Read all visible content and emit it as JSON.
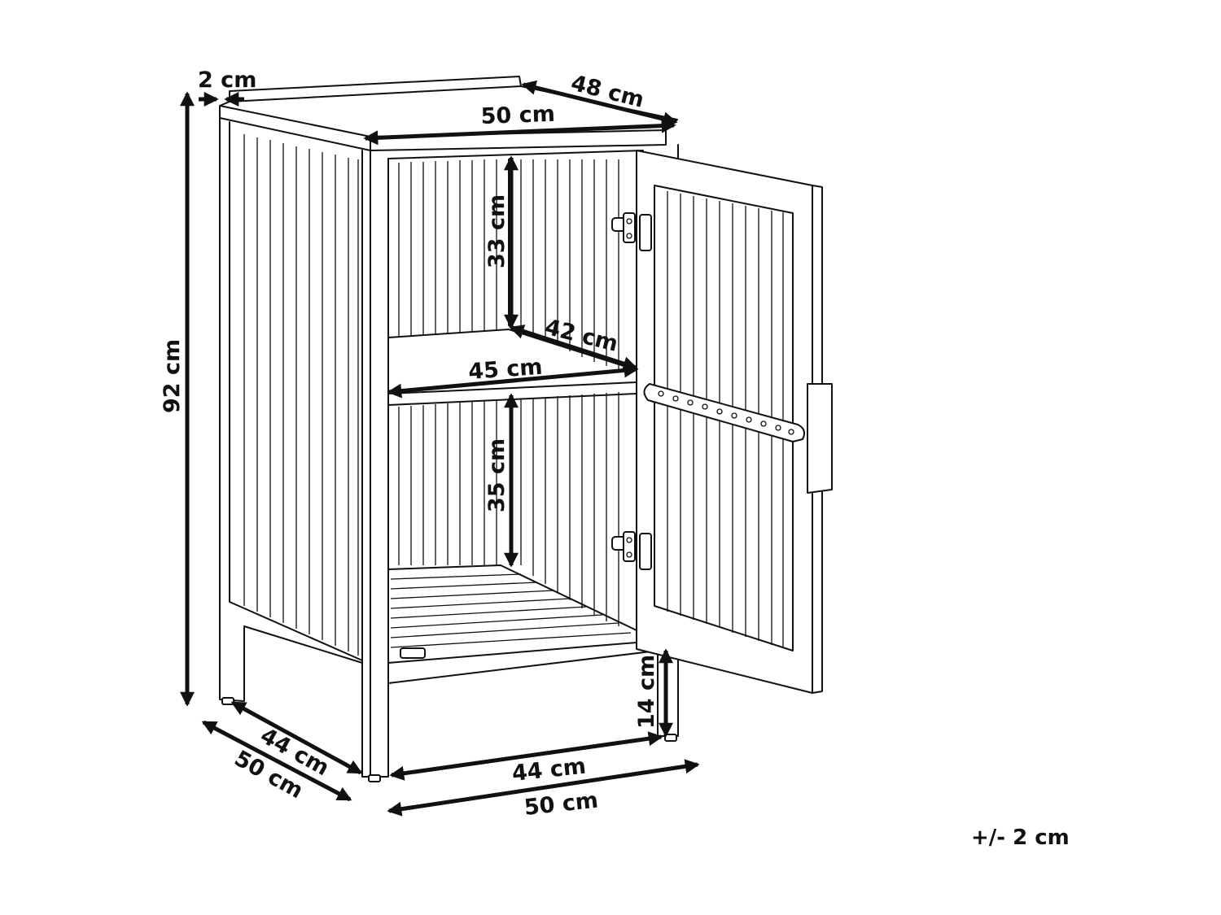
{
  "diagram": {
    "dimensions": {
      "top_lip": "2 cm",
      "top_depth": "48 cm",
      "top_width": "50 cm",
      "upper_height": "33 cm",
      "shelf_depth": "42 cm",
      "shelf_width": "45 cm",
      "total_height": "92 cm",
      "lower_height": "35 cm",
      "leg_height": "14 cm",
      "side_inner_depth": "44 cm",
      "side_outer_depth": "50 cm",
      "front_inner_width": "44 cm",
      "front_outer_width": "50 cm"
    },
    "tolerance": "+/- 2 cm"
  }
}
